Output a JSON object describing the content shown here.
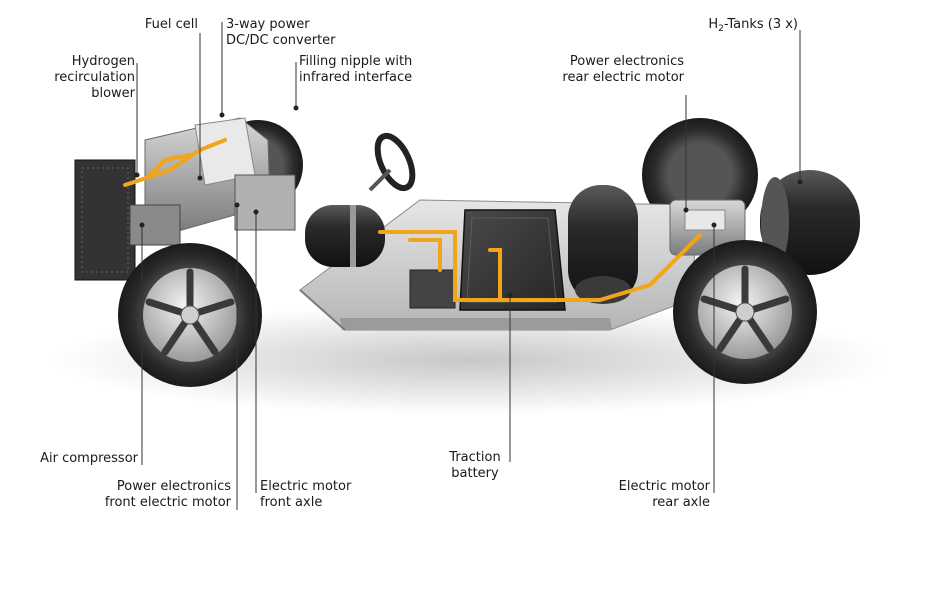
{
  "labels": {
    "fuel_cell": "Fuel cell",
    "dcdc": [
      "3-way power",
      "DC/DC converter"
    ],
    "nipple": [
      "Filling nipple with",
      "infrared interface"
    ],
    "blower": [
      "Hydrogen",
      "recirculation",
      "blower"
    ],
    "tanks_prefix": "H",
    "tanks_sub": "2",
    "tanks_suffix": "-Tanks (3 x)",
    "pe_rear": [
      "Power electronics",
      "rear electric motor"
    ],
    "air_compressor": "Air compressor",
    "pe_front": [
      "Power electronics",
      "front electric motor"
    ],
    "motor_front": [
      "Electric motor",
      "front axle"
    ],
    "battery": [
      "Traction",
      "battery"
    ],
    "motor_rear": [
      "Electric motor",
      "rear axle"
    ]
  },
  "colors": {
    "hv_cable": "#f2a51c",
    "carbon": "#2a2a2a",
    "chassis": "#c9c9c9"
  }
}
